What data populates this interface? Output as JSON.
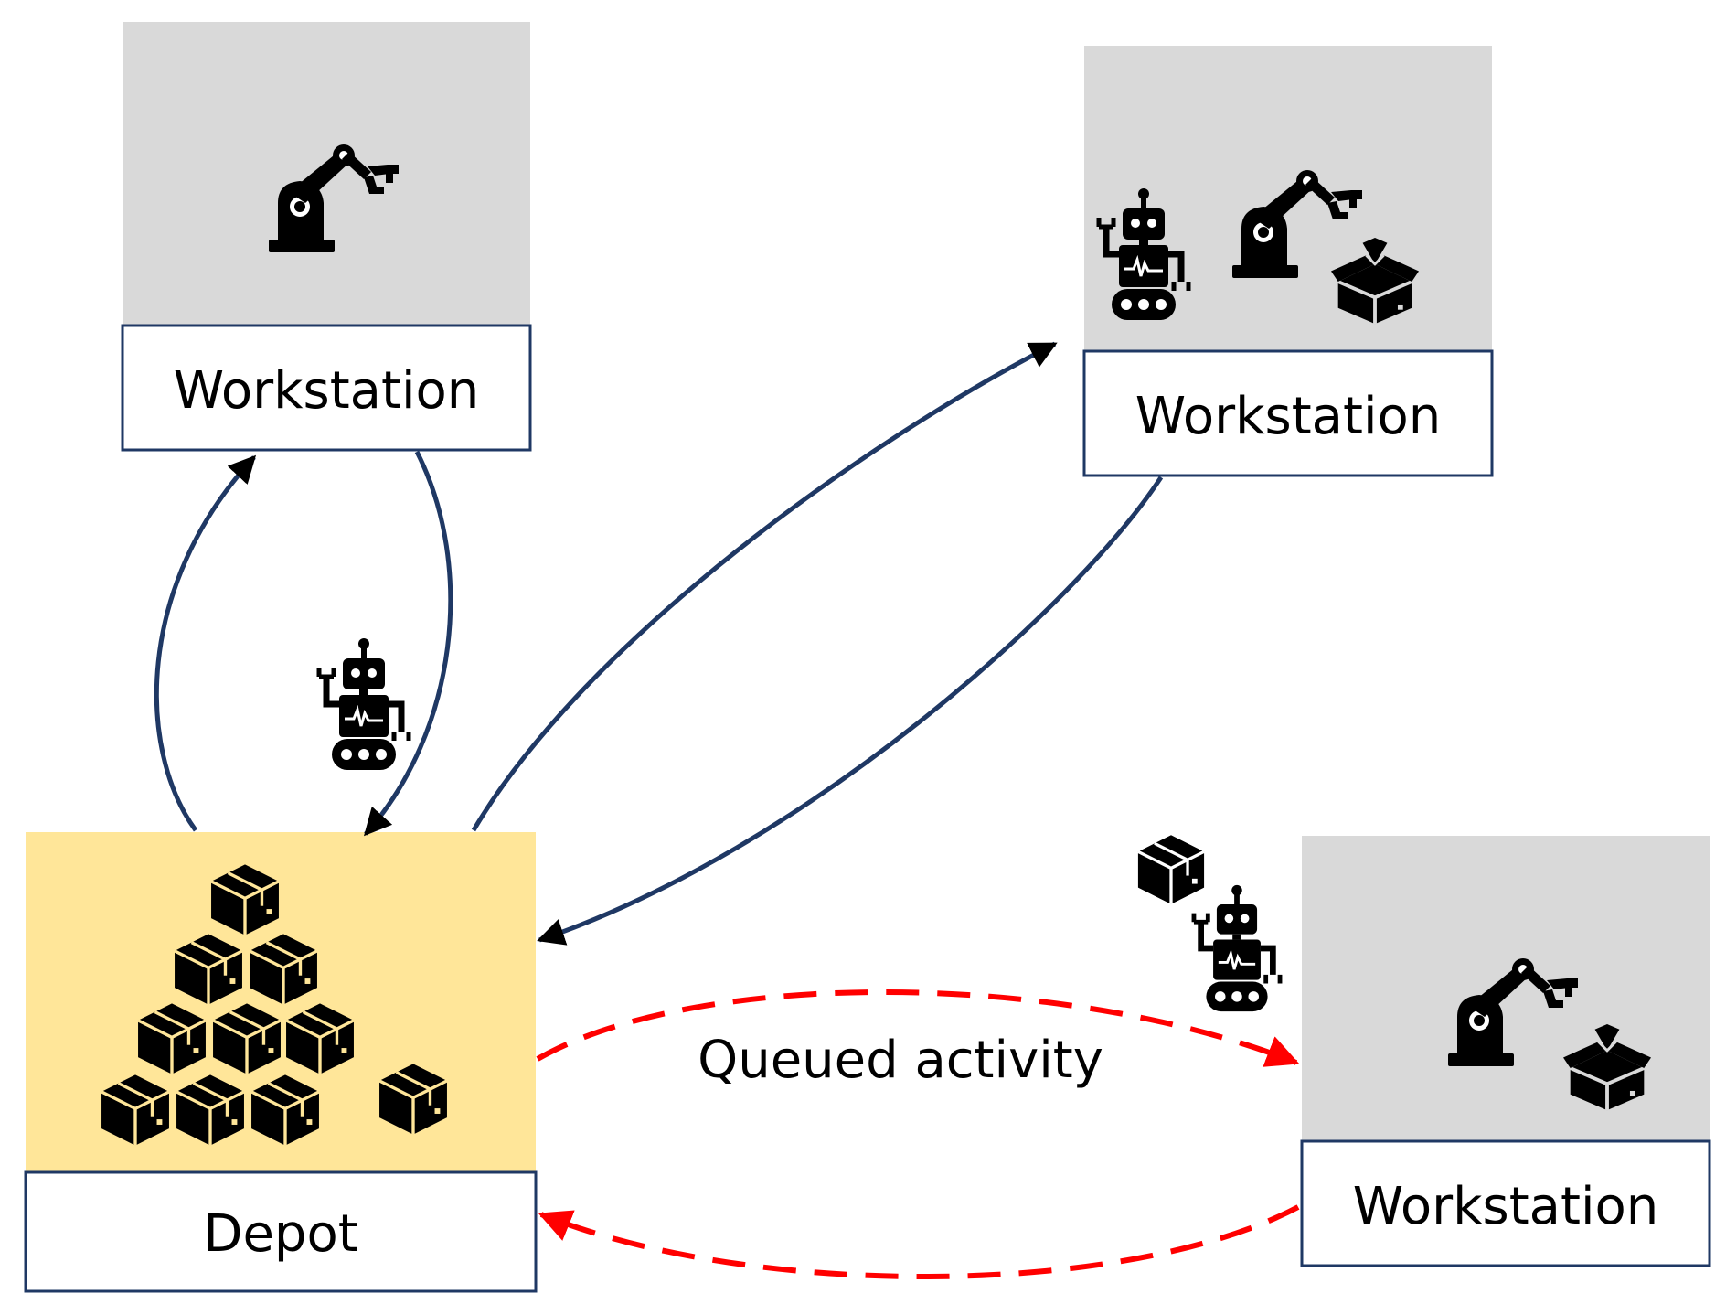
{
  "nodes": {
    "workstation_top_left": {
      "label": "Workstation",
      "icons": [
        "robot-arm-icon"
      ]
    },
    "workstation_top_right": {
      "label": "Workstation",
      "icons": [
        "mobile-robot-icon",
        "robot-arm-icon",
        "open-box-icon"
      ]
    },
    "workstation_bottom_right": {
      "label": "Workstation",
      "icons": [
        "robot-arm-icon",
        "open-box-icon"
      ]
    },
    "depot": {
      "label": "Depot",
      "icons": [
        "box-stack-icon",
        "box-icon"
      ]
    }
  },
  "edges": {
    "queued_label": "Queued activity"
  },
  "floating_icons": [
    "mobile-robot-icon",
    "box-icon"
  ],
  "colors": {
    "workstation_fill": "#d9d9d9",
    "depot_fill": "#ffe699",
    "label_border": "#1f3864",
    "flow_arrow": "#1f3864",
    "queued_arrow": "#ff0000",
    "icon": "#000000",
    "icon_outline": "#ffe699"
  }
}
